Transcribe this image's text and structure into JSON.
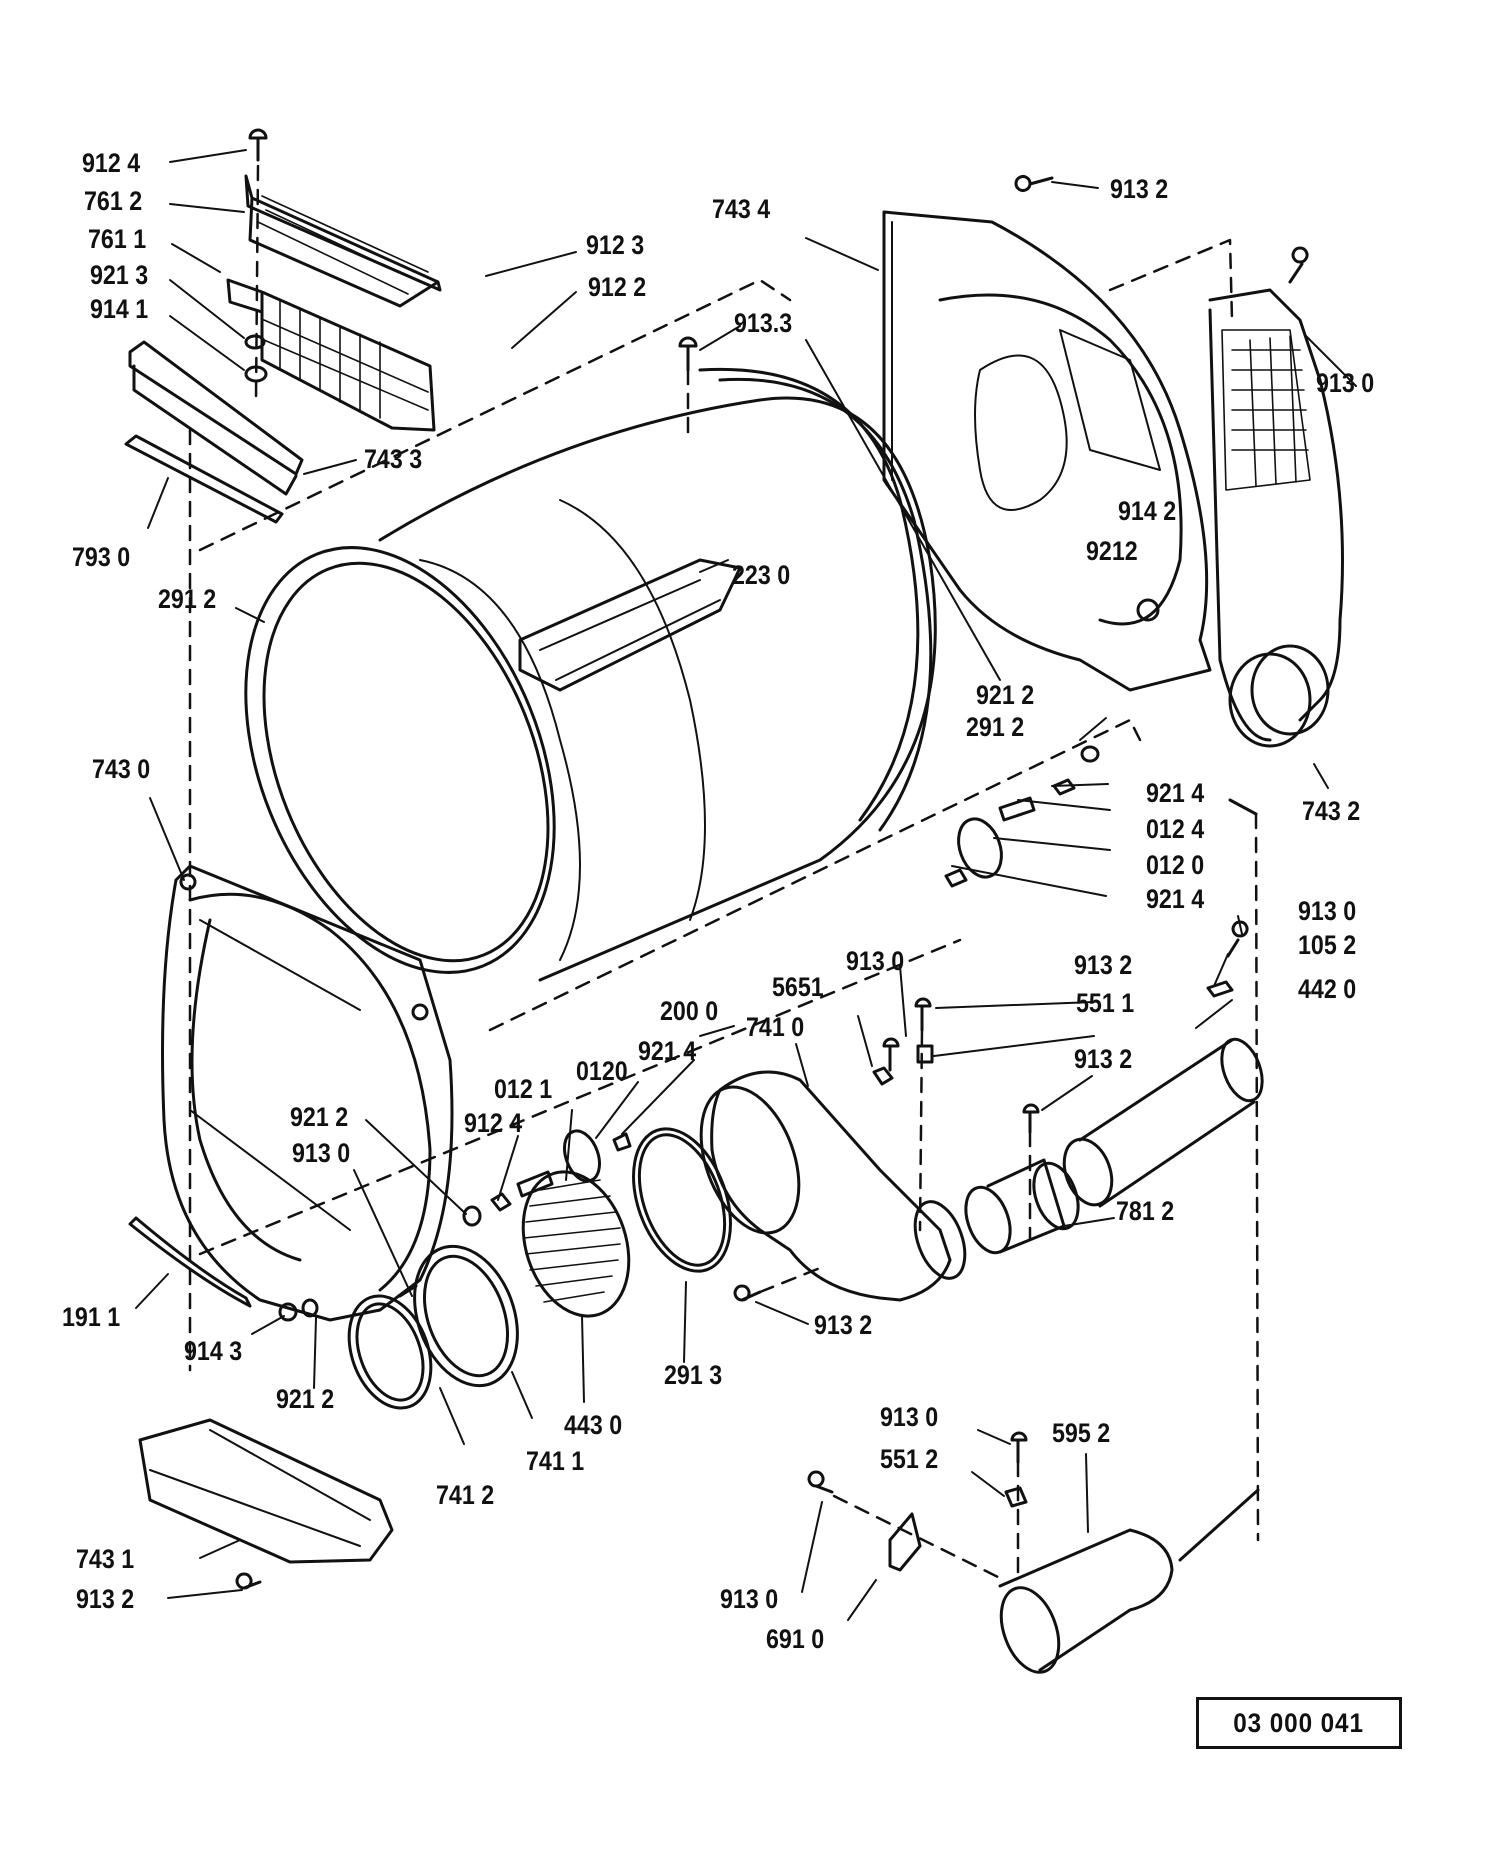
{
  "diagram": {
    "title": "Exploded parts view - dryer drum, rear panel, front panel and blower assembly",
    "reference_number": "03 000 041",
    "labels": [
      {
        "id": "l01",
        "text": "912 4"
      },
      {
        "id": "l02",
        "text": "761 2"
      },
      {
        "id": "l03",
        "text": "761 1"
      },
      {
        "id": "l04",
        "text": "921 3"
      },
      {
        "id": "l05",
        "text": "914 1"
      },
      {
        "id": "l06",
        "text": "912 3"
      },
      {
        "id": "l07",
        "text": "912 2"
      },
      {
        "id": "l08",
        "text": "743 3"
      },
      {
        "id": "l09",
        "text": "793 0"
      },
      {
        "id": "l10",
        "text": "291 2"
      },
      {
        "id": "l11",
        "text": "743 4"
      },
      {
        "id": "l12",
        "text": "913 2"
      },
      {
        "id": "l13",
        "text": "913.3"
      },
      {
        "id": "l14",
        "text": "913 0"
      },
      {
        "id": "l15",
        "text": "914 2"
      },
      {
        "id": "l16",
        "text": "9212"
      },
      {
        "id": "l17",
        "text": "223 0"
      },
      {
        "id": "l18",
        "text": "921 2"
      },
      {
        "id": "l19",
        "text": "291 2"
      },
      {
        "id": "l20",
        "text": "743 2"
      },
      {
        "id": "l21",
        "text": "921 4"
      },
      {
        "id": "l22",
        "text": "012 4"
      },
      {
        "id": "l23",
        "text": "012 0"
      },
      {
        "id": "l24",
        "text": "921 4"
      },
      {
        "id": "l25",
        "text": "743 0"
      },
      {
        "id": "l26",
        "text": "913 0"
      },
      {
        "id": "l27",
        "text": "105 2"
      },
      {
        "id": "l28",
        "text": "442 0"
      },
      {
        "id": "l29",
        "text": "913 0"
      },
      {
        "id": "l30",
        "text": "913 2"
      },
      {
        "id": "l31",
        "text": "5651"
      },
      {
        "id": "l32",
        "text": "551 1"
      },
      {
        "id": "l33",
        "text": "200 0"
      },
      {
        "id": "l34",
        "text": "741 0"
      },
      {
        "id": "l35",
        "text": "921 4"
      },
      {
        "id": "l36",
        "text": "0120"
      },
      {
        "id": "l37",
        "text": "012 1"
      },
      {
        "id": "l38",
        "text": "913 2"
      },
      {
        "id": "l39",
        "text": "921 2"
      },
      {
        "id": "l40",
        "text": "912 4"
      },
      {
        "id": "l41",
        "text": "913 0"
      },
      {
        "id": "l42",
        "text": "781 2"
      },
      {
        "id": "l43",
        "text": "191 1"
      },
      {
        "id": "l44",
        "text": "913 2"
      },
      {
        "id": "l45",
        "text": "914 3"
      },
      {
        "id": "l46",
        "text": "291 3"
      },
      {
        "id": "l47",
        "text": "921 2"
      },
      {
        "id": "l48",
        "text": "443 0"
      },
      {
        "id": "l49",
        "text": "741 1"
      },
      {
        "id": "l50",
        "text": "741 2"
      },
      {
        "id": "l51",
        "text": "913 0"
      },
      {
        "id": "l52",
        "text": "595 2"
      },
      {
        "id": "l53",
        "text": "551 2"
      },
      {
        "id": "l54",
        "text": "743 1"
      },
      {
        "id": "l55",
        "text": "913 2"
      },
      {
        "id": "l56",
        "text": "913 0"
      },
      {
        "id": "l57",
        "text": "691 0"
      }
    ]
  }
}
